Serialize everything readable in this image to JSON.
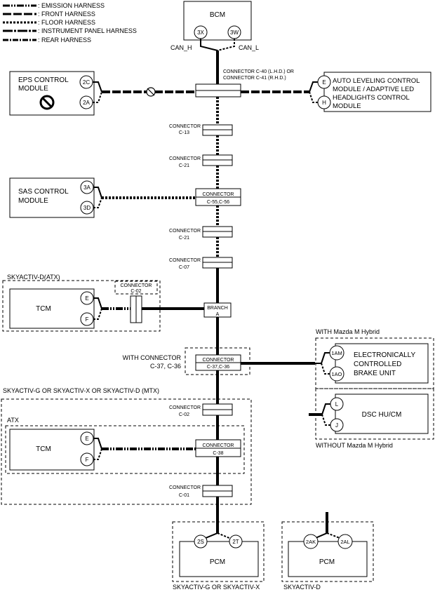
{
  "legend": [
    {
      "label": ": EMISSION HARNESS"
    },
    {
      "label": ": FRONT HARNESS"
    },
    {
      "label": ": FLOOR HARNESS"
    },
    {
      "label": ": INSTRUMENT PANEL HARNESS"
    },
    {
      "label": ": REAR HARNESS"
    }
  ],
  "bcm": {
    "label": "BCM",
    "pin_h": "3X",
    "pin_l": "3W",
    "can_h": "CAN_H",
    "can_l": "CAN_L"
  },
  "eps": {
    "line1": "EPS CONTROL",
    "line2": "MODULE",
    "pin1": "2C",
    "pin2": "2A"
  },
  "main_connector": {
    "line1": "CONNECTOR C-40 (L.H.D.) OR",
    "line2": "CONNECTOR C-41 (R.H.D.)"
  },
  "auto_leveling": {
    "line1": "AUTO LEVELING CONTROL",
    "line2": "MODULE / ADAPTIVE LED",
    "line3": "HEADLIGHTS CONTROL",
    "line4": "MODULE",
    "pin1": "E",
    "pin2": "H"
  },
  "c13": {
    "line1": "CONNECTOR",
    "line2": "C-13"
  },
  "c21a": {
    "line1": "CONNECTOR",
    "line2": "C-21"
  },
  "sas": {
    "line1": "SAS CONTROL",
    "line2": "MODULE",
    "pin1": "3A",
    "pin2": "3D"
  },
  "c55": {
    "line1": "CONNECTOR",
    "line2": "C-55,C-56"
  },
  "c21b": {
    "line1": "CONNECTOR",
    "line2": "C-21"
  },
  "c07": {
    "line1": "CONNECTOR",
    "line2": "C-07"
  },
  "skyactiv_d_atx": {
    "title": "SKYACTIV-D(ATX)",
    "conn1": "CONNECTOR",
    "conn2": "C-02",
    "tcm": "TCM",
    "pin1": "E",
    "pin2": "F"
  },
  "branch": {
    "line1": "BRANCH",
    "line2": "A"
  },
  "with_connector": {
    "line1": "WITH CONNECTOR",
    "line2": "C-37, C-36"
  },
  "c37": {
    "line1": "CONNECTOR",
    "line2": "C-37,C-36"
  },
  "brake": {
    "group": "WITH Mazda M Hybrid",
    "line1": "ELECTRONICALLY",
    "line2": "CONTROLLED",
    "line3": "BRAKE UNIT",
    "pin1": "1AM",
    "pin2": "1AO"
  },
  "dsc": {
    "group": "WITHOUT Mazda M Hybrid",
    "label": "DSC HU/CM",
    "pin1": "L",
    "pin2": "J"
  },
  "skyactiv_g": {
    "title": "SKYACTIV-G OR SKYACTIV-X OR SKYACTIV-D (MTX)"
  },
  "c02": {
    "line1": "CONNECTOR",
    "line2": "C-02"
  },
  "atx": {
    "title": "ATX",
    "tcm": "TCM",
    "pin1": "E",
    "pin2": "F",
    "conn1": "CONNECTOR",
    "conn2": "C-38"
  },
  "c01": {
    "line1": "CONNECTOR",
    "line2": "C-01"
  },
  "pcm_g": {
    "label": "PCM",
    "pin1": "2S",
    "pin2": "2T",
    "group": "SKYACTIV-G OR SKYACTIV-X"
  },
  "pcm_d": {
    "label": "PCM",
    "pin1": "2AK",
    "pin2": "2AL",
    "group": "SKYACTIV-D"
  }
}
